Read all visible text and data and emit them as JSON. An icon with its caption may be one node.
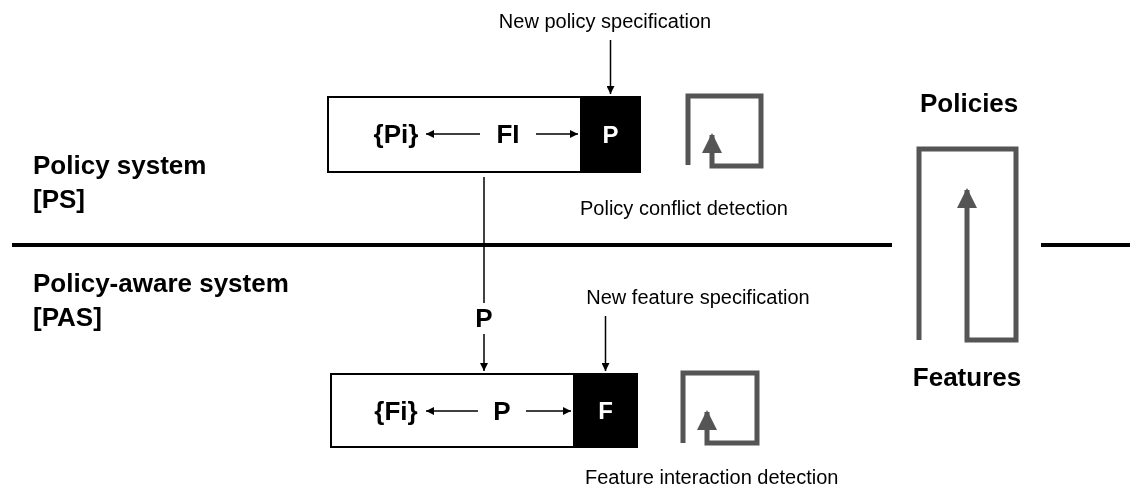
{
  "diagram": {
    "nodes": [
      {
        "text": [],
        "shape": "box"
      },
      {
        "text": [
          "{Pi}"
        ],
        "in": 0
      },
      {
        "text": [
          "FI"
        ],
        "in": 0
      },
      {
        "text": [
          "P"
        ],
        "in": 0
      },
      {
        "text": [
          "New policy specification"
        ]
      },
      {
        "text": [],
        "shape": "box"
      },
      {
        "text": [
          "{Fi}"
        ],
        "in": 5
      },
      {
        "text": [
          "P"
        ],
        "in": 5
      },
      {
        "text": [
          "F"
        ],
        "in": 5
      },
      {
        "text": [
          "New feature specification"
        ]
      }
    ],
    "edges": [
      {
        "from": 2,
        "to": 1,
        "arrow": "to"
      },
      {
        "from": 2,
        "to": 3,
        "arrow": "to"
      },
      {
        "from": 4,
        "to": 3,
        "arrow": "to"
      },
      {
        "from": 0,
        "to": 5,
        "arrow": "to",
        "label": "P"
      },
      {
        "from": 7,
        "to": 6,
        "arrow": "to"
      },
      {
        "from": 7,
        "to": 8,
        "arrow": "to"
      },
      {
        "from": 9,
        "to": 8,
        "arrow": "to"
      }
    ],
    "labels": [
      "Policies",
      "Policy system [PS]",
      "Policy conflict detection",
      "Policy-aware system [PAS]",
      "Features",
      "Feature interaction detection"
    ]
  }
}
